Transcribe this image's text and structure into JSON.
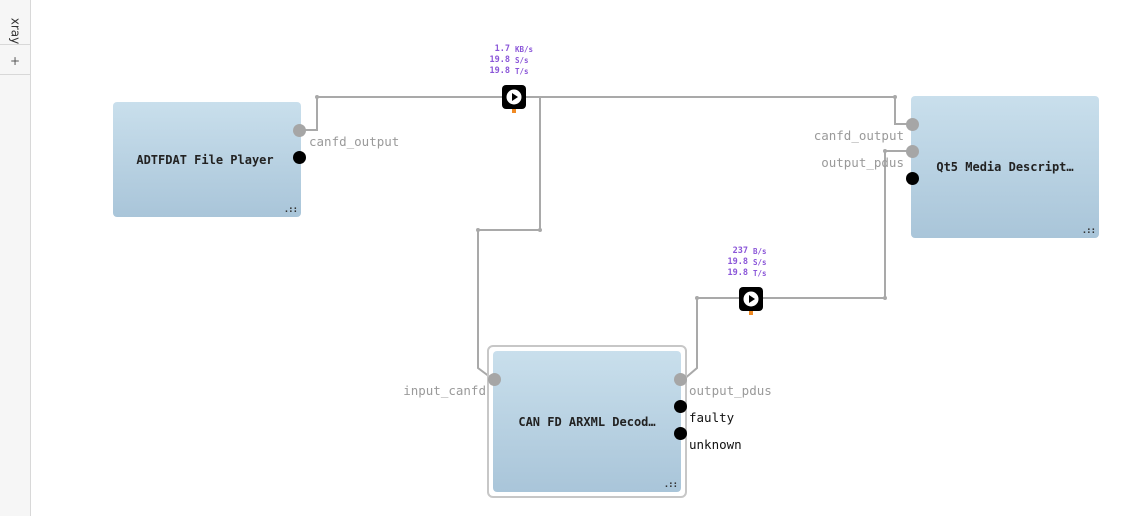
{
  "sidebar": {
    "tab_label": "xray",
    "add_label": "+"
  },
  "nodes": {
    "player": {
      "title": "ADTFDAT File Player",
      "outputs": [
        "canfd_output"
      ]
    },
    "decoder": {
      "title": "CAN FD ARXML Decod…",
      "inputs": [
        "input_canfd"
      ],
      "outputs": [
        "output_pdus",
        "faulty",
        "unknown"
      ]
    },
    "qt5": {
      "title": "Qt5 Media Descript…",
      "inputs": [
        "canfd_output",
        "output_pdus"
      ]
    }
  },
  "monitors": {
    "m1": {
      "rate": "1.7",
      "rate_unit": "KB/s",
      "samples": "19.8",
      "samples_unit": "S/s",
      "triggers": "19.8",
      "triggers_unit": "T/s"
    },
    "m2": {
      "rate": "237",
      "rate_unit": "B/s",
      "samples": "19.8",
      "samples_unit": "S/s",
      "triggers": "19.8",
      "triggers_unit": "T/s"
    }
  },
  "colors": {
    "wire": "#a9a9a9",
    "node_fill": "#b8d2e4",
    "stats_text": "#8a55d8",
    "monitor_marker": "#f08a24"
  },
  "icons": {
    "monitor": "play-circle-icon",
    "resize": "resize-grip-icon"
  }
}
